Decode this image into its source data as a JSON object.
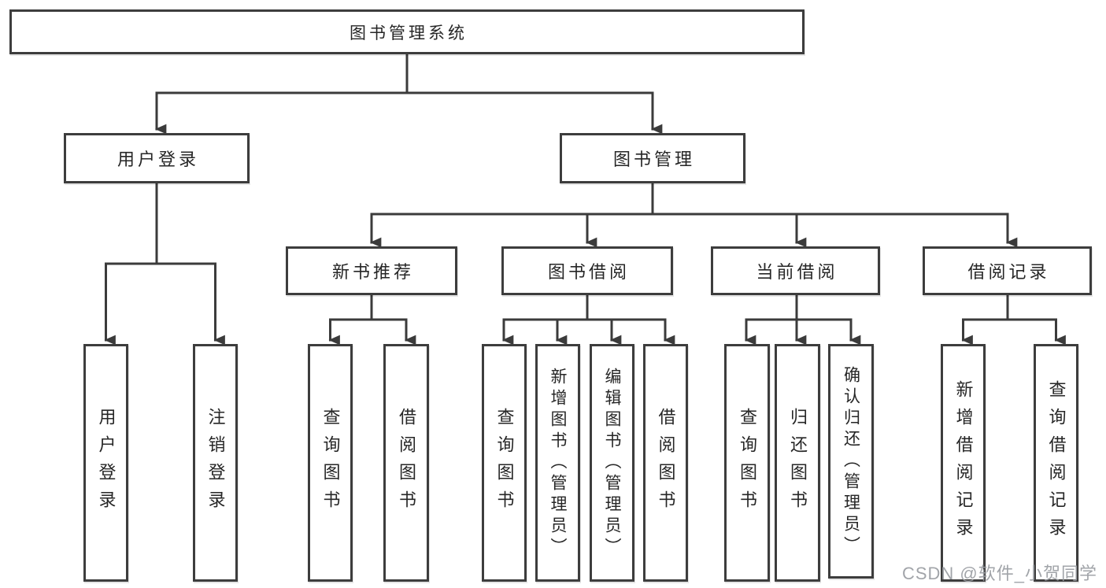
{
  "tree": {
    "label": "图书管理系统",
    "children": [
      {
        "label": "用户登录",
        "children": [
          {
            "label": "用户登录"
          },
          {
            "label": "注销登录"
          }
        ]
      },
      {
        "label": "图书管理",
        "children": [
          {
            "label": "新书推荐",
            "children": [
              {
                "label": "查询图书"
              },
              {
                "label": "借阅图书"
              }
            ]
          },
          {
            "label": "图书借阅",
            "children": [
              {
                "label": "查询图书"
              },
              {
                "label": "新增图书（管理员）"
              },
              {
                "label": "编辑图书（管理员）"
              },
              {
                "label": "借阅图书"
              }
            ]
          },
          {
            "label": "当前借阅",
            "children": [
              {
                "label": "查询图书"
              },
              {
                "label": "归还图书"
              },
              {
                "label": "确认归还（管理员）"
              }
            ]
          },
          {
            "label": "借阅记录",
            "children": [
              {
                "label": "新增借阅记录"
              },
              {
                "label": "查询借阅记录"
              }
            ]
          }
        ]
      }
    ]
  },
  "watermark": "CSDN @软件_小贺同学",
  "colors": {
    "line_color": "#3b3b3b",
    "box_border_color": "#3d3d3d",
    "text_color": "#262626",
    "watermark_color": "#9a9da2",
    "background_color": "#ffffff"
  }
}
